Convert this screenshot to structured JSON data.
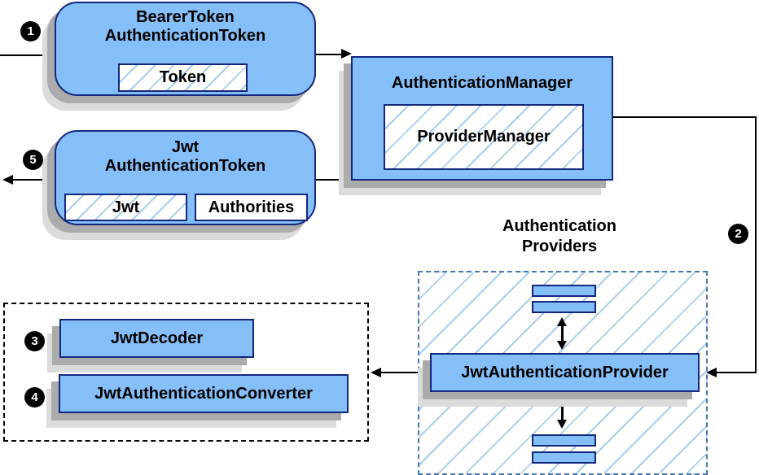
{
  "colors": {
    "node_fill": "#85BFF8",
    "node_border": "#13277D",
    "hatch_line": "#AACDEF",
    "group_dash_blue": "#4677B4",
    "shadow_dark": "#ABABAB",
    "shadow_light": "#DBDBDB",
    "connector": "#000000",
    "badge_bg": "#000000",
    "badge_fg": "#FFFFFF"
  },
  "nodes": {
    "bearer_token": {
      "title": [
        "BearerToken",
        "AuthenticationToken"
      ],
      "chips": [
        "Token"
      ]
    },
    "authentication_manager": {
      "title": [
        "AuthenticationManager"
      ],
      "chips": [
        "ProviderManager"
      ]
    },
    "jwt_token": {
      "title": [
        "Jwt",
        "AuthenticationToken"
      ],
      "chips": [
        "Jwt",
        "Authorities"
      ]
    },
    "jwt_authentication_provider": {
      "title": [
        "JwtAuthenticationProvider"
      ]
    },
    "jwt_decoder": {
      "title": [
        "JwtDecoder"
      ]
    },
    "jwt_authentication_converter": {
      "title": [
        "JwtAuthenticationConverter"
      ]
    }
  },
  "groups": {
    "authentication_providers": {
      "label": [
        "Authentication",
        "Providers"
      ]
    }
  },
  "badges": [
    "1",
    "2",
    "3",
    "4",
    "5"
  ]
}
